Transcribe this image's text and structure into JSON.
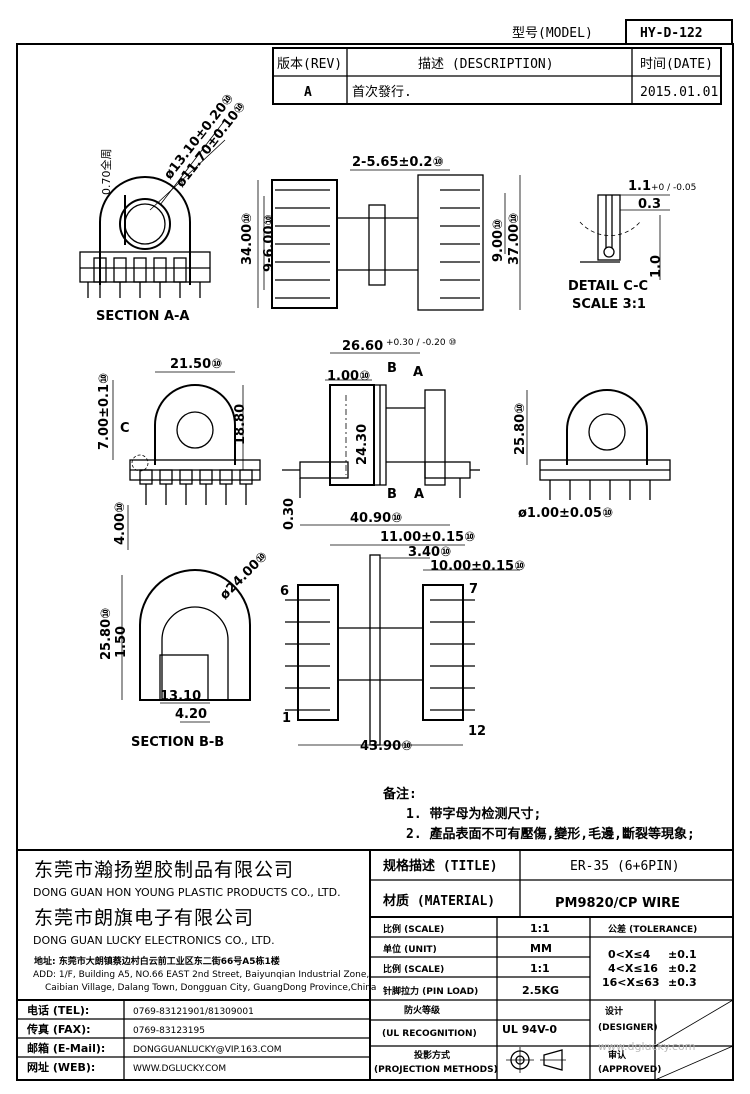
{
  "header": {
    "model_label": "型号(MODEL)",
    "model_value": "HY-D-122",
    "rev_label": "版本(REV)",
    "desc_label": "描述 (DESCRIPTION)",
    "date_label": "时间(DATE)",
    "rev_value": "A",
    "desc_value": "首次發行.",
    "date_value": "2015.01.01"
  },
  "views": {
    "section_aa": "SECTION A-A",
    "section_bb": "SECTION B-B",
    "detail_cc": "DETAIL C-C",
    "scale_31": "SCALE 3:1",
    "label_c": "C",
    "label_a": "A",
    "label_b": "B",
    "pin_1": "1",
    "pin_6": "6",
    "pin_7": "7",
    "pin_12": "12"
  },
  "dims": {
    "d_070": "0.70全周",
    "d_1310": "ø13.10±0.20⑩",
    "d_1170": "ø11.70±0.10⑩",
    "d_565": "2-5.65±0.2⑩",
    "d_3400": "34.00⑩",
    "d_9600": "9-6.00⑩",
    "d_900": "9.00⑩",
    "d_3700": "37.00⑩",
    "d_11": "1.1",
    "d_11_tol": "+0 / -0.05",
    "d_03": "0.3",
    "d_10": "1.0",
    "d_2150": "21.50⑩",
    "d_700": "7.00±0.1⑩",
    "d_1880": "18.80",
    "d_400": "4.00⑩",
    "d_2660": "26.60",
    "d_2660_tol": "+0.30 / -0.20 ⑩",
    "d_100": "1.00⑩",
    "d_2430": "24.30",
    "d_030": "0.30",
    "d_4090": "40.90⑩",
    "d_2580a": "25.80⑩",
    "d_pin": "ø1.00±0.05⑩",
    "d_2400": "ø24.00⑩",
    "d_2580b": "25.80⑩",
    "d_150": "1.50",
    "d_1310b": "13.10",
    "d_420": "4.20",
    "d_1100": "11.00±0.15⑩",
    "d_340": "3.40⑩",
    "d_1000": "10.00±0.15⑩",
    "d_4390": "43.90⑩"
  },
  "notes": {
    "title": "备注:",
    "n1": "1. 带字母为检测尺寸;",
    "n2": "2. 產品表面不可有壓傷,變形,毛邊,斷裂等現象;"
  },
  "company": {
    "cn1": "东莞市瀚扬塑胶制品有限公司",
    "en1": "DONG GUAN HON YOUNG PLASTIC PRODUCTS CO., LTD.",
    "cn2": "东莞市朗旗电子有限公司",
    "en2": "DONG GUAN LUCKY ELECTRONICS CO., LTD.",
    "addr_cn": "地址: 东莞市大朗镇蔡边村白云前工业区东二街66号A5栋1楼",
    "addr_en1": "ADD: 1/F, Building A5, NO.66 EAST 2nd Street, Baiyunqian Industrial Zone,",
    "addr_en2": "Caibian Village, Dalang Town, Dongguan City, GuangDong Province,China"
  },
  "contact": {
    "tel_label": "电话 (TEL):",
    "tel_value": "0769-83121901/81309001",
    "fax_label": "传真 (FAX):",
    "fax_value": "0769-83123195",
    "mail_label": "邮箱 (E-Mail):",
    "mail_value": "DONGGUANLUCKY@VIP.163.COM",
    "web_label": "网址 (WEB):",
    "web_value": "WWW.DGLUCKY.COM"
  },
  "spec": {
    "title_label": "规格描述 (TITLE)",
    "title_value": "ER-35 (6+6PIN)",
    "material_label": "材质 (MATERIAL)",
    "material_value": "PM9820/CP WIRE",
    "scale_label": "比例 (SCALE)",
    "scale_value": "1:1",
    "tolerance_label": "公差 (TOLERANCE)",
    "unit_label": "单位 (UNIT)",
    "unit_value": "MM",
    "scale2_label": "比例 (SCALE)",
    "scale2_value": "1:1",
    "tol1": "0<X≤4",
    "tol1v": "±0.1",
    "tol2": "4<X≤16",
    "tol2v": "±0.2",
    "tol3": "16<X≤63",
    "tol3v": "±0.3",
    "pinload_label": "针脚拉力 (PIN LOAD)",
    "pinload_value": "2.5KG",
    "ul_label1": "防火等级",
    "ul_label2": "(UL RECOGNITION)",
    "ul_value": "UL 94V-0",
    "designer_label1": "设计",
    "designer_label2": "(DESIGNER)",
    "proj_label1": "投影方式",
    "proj_label2": "(PROJECTION METHODS)",
    "approved_label1": "审认",
    "approved_label2": "(APPROVED)",
    "watermark": "www.dglucky.com"
  }
}
